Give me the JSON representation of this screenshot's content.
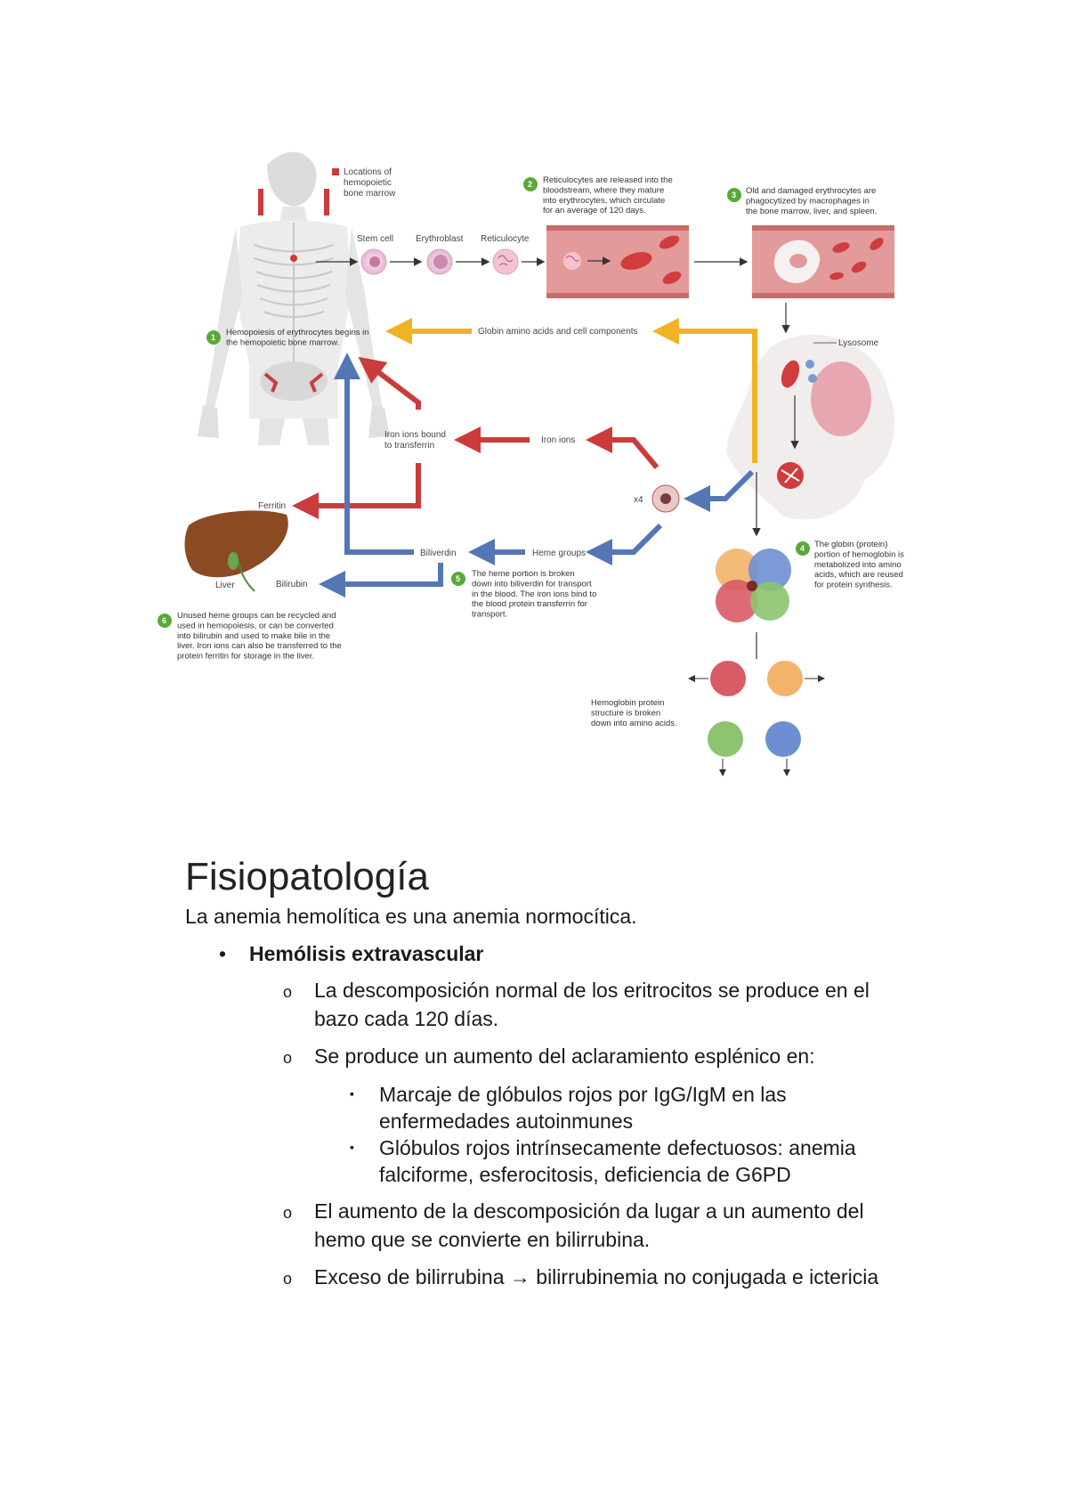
{
  "figure": {
    "legend_label": "Locations of\nhemopoietic\nbone marrow",
    "cells": {
      "stem_cell": "Stem cell",
      "erythroblast": "Erythroblast",
      "reticulocyte": "Reticulocyte"
    },
    "steps": [
      {
        "num": "1",
        "text": "Hemopoiesis of erythrocytes begins in\nthe hemopoietic bone marrow."
      },
      {
        "num": "2",
        "text": "Reticulocytes are released into the\nbloodstream, where they mature\ninto erythrocytes, which circulate\nfor an average of 120 days."
      },
      {
        "num": "3",
        "text": "Old and damaged erythrocytes are\nphagocytized by macrophages in\nthe bone marrow, liver, and spleen."
      },
      {
        "num": "4",
        "text": "The globin (protein)\nportion of hemoglobin is\nmetabolized into amino\nacids, which are reused\nfor protein synthesis."
      },
      {
        "num": "5",
        "text": "The heme portion is broken\ndown into biliverdin for transport\nin the blood. The iron ions bind to\nthe blood protein transferrin for\ntransport."
      },
      {
        "num": "6",
        "text": "Unused heme groups can be recycled and\nused in hemopoiesis, or can be converted\ninto bilirubin and used to make bile in the\nliver. Iron ions can also be transferred to the\nprotein ferritin for storage in the liver."
      }
    ],
    "labels": {
      "globin_amino": "Globin amino acids and cell components",
      "lysosome": "Lysosome",
      "iron_ions_bound": "Iron ions bound\nto transferrin",
      "iron_ions": "Iron ions",
      "x4": "x4",
      "ferritin": "Ferritin",
      "biliverdin": "Biliverdin",
      "heme_groups": "Heme groups",
      "liver": "Liver",
      "bilirubin": "Bilirubin",
      "hemoglobin_breakdown": "Hemoglobin protein\nstructure is broken\ndown into amino acids."
    },
    "colors": {
      "green_step": "#5aa83a",
      "orange_arrow": "#f0b323",
      "red_arrow": "#cc3b3b",
      "blue_arrow": "#5377b5",
      "vessel": "#e39a9a",
      "rbc": "#d13c3c",
      "liver": "#8b4a22",
      "macrophage": "#f2eded"
    }
  },
  "document": {
    "heading": "Fisiopatología",
    "lead": "La anemia hemolítica es una anemia normocítica.",
    "section": {
      "bullet": "•",
      "title": "Hemólisis extravascular",
      "items": [
        {
          "marker": "o",
          "text": "La descomposición normal de los eritrocitos se produce en el bazo cada 120 días."
        },
        {
          "marker": "o",
          "text": "Se produce un aumento del aclaramiento esplénico en:",
          "subitems": [
            {
              "marker": "▪",
              "text": "Marcaje de glóbulos rojos por IgG/IgM en las enfermedades autoinmunes"
            },
            {
              "marker": "▪",
              "text": "Glóbulos rojos intrínsecamente defectuosos: anemia falciforme, esferocitosis, deficiencia de G6PD"
            }
          ]
        },
        {
          "marker": "o",
          "text": "El aumento de la descomposición da lugar a un aumento del hemo que se convierte en bilirrubina."
        },
        {
          "marker": "o",
          "text": "Exceso de bilirrubina → bilirrubinemia no conjugada e ictericia"
        }
      ]
    }
  }
}
